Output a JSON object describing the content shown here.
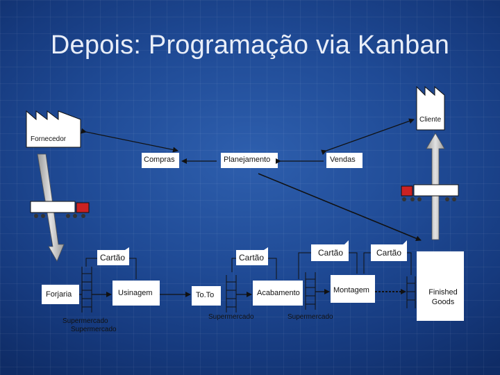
{
  "title": "Depois: Programação via Kanban",
  "nodes": {
    "cliente": "Cliente",
    "fornecedor": "Fornecedor",
    "compras": "Compras",
    "planejamento": "Planejamento",
    "vendas": "Vendas",
    "cartao_1": "Cartão",
    "cartao_2": "Cartão",
    "cartao_3": "Cartão",
    "cartao_4": "Cartão",
    "forjaria": "Forjaria",
    "usinagem": "Usinagem",
    "toto": "To.To",
    "acabamento": "Acabamento",
    "montagem": "Montagem",
    "finished_goods": "Finished Goods",
    "supermercado_1": "Supermercado",
    "supermercado_2": "Supermercado",
    "supermercado_3": "Supermercado",
    "supermercado_4": "Supermercado"
  },
  "colors": {
    "background": "#1f4a95",
    "box": "#ffffff",
    "line": "#111111",
    "arrow_gray": "#c8c8c8"
  }
}
